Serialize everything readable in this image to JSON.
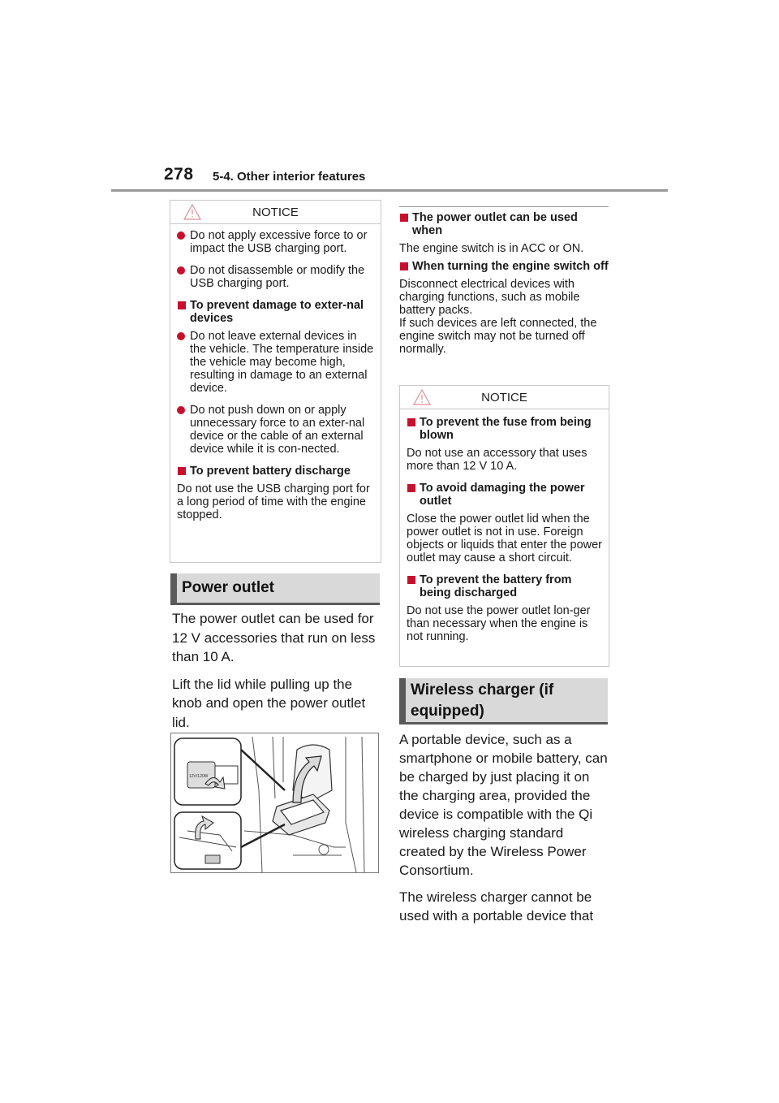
{
  "header": {
    "page_number": "278",
    "section": "5-4. Other interior features"
  },
  "notice_left": {
    "title": "NOTICE",
    "bullets_a": [
      "Do not apply excessive force to or impact the USB charging port.",
      "Do not disassemble or modify the USB charging port."
    ],
    "subhead_1": "To prevent damage to exter-nal devices",
    "bullets_b": [
      "Do not leave external devices in the vehicle. The temperature inside the vehicle may become high, resulting in damage to an external device.",
      "Do not push down on or apply unnecessary force to an exter-nal device or the cable of an external device while it is con-nected."
    ],
    "subhead_2": "To prevent battery discharge",
    "text_2": "Do not use the USB charging port for a long period of time with the engine stopped."
  },
  "power_outlet": {
    "heading": "Power outlet",
    "para_1": "The power outlet can be used for 12 V accessories that run on less than 10 A.",
    "para_2": "Lift the lid while pulling up the knob and open the power outlet lid.",
    "figure_label": "12V/120W"
  },
  "right_column": {
    "subhead_1": "The power outlet can be used when",
    "text_1": "The engine switch is in ACC or ON.",
    "subhead_2": "When turning the engine switch off",
    "text_2": "Disconnect electrical devices with charging functions, such as mobile battery packs.",
    "text_3": "If such devices are left connected, the engine switch may not be turned off normally."
  },
  "notice_right": {
    "title": "NOTICE",
    "subhead_1": "To prevent the fuse from being blown",
    "text_1": "Do not use an accessory that uses more than 12 V 10 A.",
    "subhead_2": "To avoid damaging the power outlet",
    "text_2": "Close the power outlet lid when the power outlet is not in use. Foreign objects or liquids that enter the power outlet may cause a short circuit.",
    "subhead_3": "To prevent the battery from being discharged",
    "text_3": "Do not use the power outlet lon-ger than necessary when the engine is not running."
  },
  "wireless_charger": {
    "heading": "Wireless charger (if equipped)",
    "para_1": "A portable device, such as a smartphone or mobile battery, can be charged by just placing it on the charging area, provided the device is compatible with the Qi wireless charging standard created by the Wireless Power Consortium.",
    "para_2": "The wireless charger cannot be used with a portable device that"
  },
  "colors": {
    "accent": "#c8102e",
    "heading_bg": "#d9d9d9",
    "heading_bar": "#5a5a5a"
  },
  "icons": [
    "warning-triangle-icon",
    "bullet-dot-icon",
    "square-bullet-icon"
  ]
}
